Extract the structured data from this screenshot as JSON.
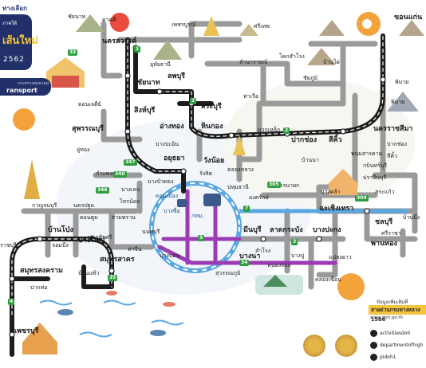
{
  "brand": {
    "top_text": "ทางเลือก",
    "sub_text": "ภาคใต้",
    "main_text": "เส้นใหม่",
    "year_text": "2562",
    "bar_small": "กระทรวงคมนาคม",
    "bar_text": "ransport"
  },
  "places": {
    "bangkok_core": "กทม.",
    "ayutthaya": "อยุธยา",
    "pathum": "ปทุมธานี",
    "nonthaburi": "นนทบุรี",
    "samut_sakhon": "สมุทรสาคร",
    "samut_songkhram": "สมุทรสงคราม",
    "ratchaburi": "ราชบุรี",
    "phetchaburi": "เพชรบุรี",
    "nakhon_pathom": "นครปฐม",
    "suphanburi": "สุพรรณบุรี",
    "angthong": "อ่างทอง",
    "singburi": "สิงห์บุรี",
    "chainat": "ชัยนาท",
    "nakhon_sawan": "นครสวรรค์",
    "uthai_thani": "อุทัยธานี",
    "lopburi": "ลพบุรี",
    "saraburi": "สระบุรี",
    "phetchabun": "เพชรบูรณ์",
    "nakhon_ratchasima": "นครราชสีมา",
    "khon_kaen": "ขอนแก่น",
    "chachoengsao": "ฉะเชิงเทรา",
    "chonburi": "ชลบุรี",
    "prachinburi": "ปราจีนบุรี",
    "sa_kaeo": "สระแก้ว",
    "nakhon_nayok": "นครนายก",
    "bang_pa_in": "บางปะอิน",
    "wang_noi": "วังน้อย",
    "hin_kong": "หินกอง",
    "rangsit": "รังสิต",
    "min_buri": "มีนบุรี",
    "lat_krabang": "ลาดกระบัง",
    "bang_pakong": "บางปะกง",
    "phanthong": "พานทอง",
    "bang_na": "บางนา",
    "bang_yai": "บางใหญ่",
    "ban_pong": "บ้านโป่ง",
    "ban_phaeo": "บ้านแพ้ว",
    "kanchanaburi": "กาญจนบุรี",
    "pak_tho": "ปากท่อ",
    "muak_lek": "มวกเหล็ก",
    "pak_chong": "ปากช่อง",
    "sikhio": "สีคิ้ว",
    "ban_phai": "บ้านไผ่",
    "phimai": "พิมาย",
    "chaiyaphum": "ชัยภูมิ",
    "takli": "ตาคลี",
    "khok_samrong": "โคกสำโรง",
    "lam_narai": "ลำนารายณ์",
    "srisaket": "ศรีเทพ",
    "tha_ruea": "ท่าเรือ",
    "bangpu": "บางปู",
    "samrong": "สำโรง",
    "bang_bon": "บางบอน",
    "tha_chin": "ท่าจีน",
    "kamphaeng_saen": "กำแพงแสน",
    "don_tum": "ดอนตูม",
    "chom_bueng": "จอมบึง",
    "sam_phran": "สามพราน",
    "bang_len": "บางเลน",
    "nakhon_chai_si": "นครชัยศรี",
    "u_thong": "อู่ทอง",
    "don_chedi": "ดอนเจดีย์",
    "bang_bua_thong": "บางบัวทอง",
    "sai_noi": "ไทรน้อย",
    "khlong_luang": "คลองหลวง",
    "ongkharak": "องครักษ์",
    "ban_na": "บ้านนา",
    "kabin_buri": "กบินทร์บุรี",
    "phanom_sarakham": "พนมสารคาม",
    "si_racha": "ศรีราชา",
    "bang_khla": "บางคล้า",
    "plaeng_yao": "แปลงยาว",
    "ban_bueng": "บ้านบึง",
    "khlong_khuean": "คลองเขื่อน",
    "nong_chok": "หนองจอก",
    "suvarnabhumi": "สุวรรณภูมิ",
    "don_mueang": "ดอนเมือง",
    "bang_sue": "บางซื่อ"
  },
  "routes": {
    "r1": "1",
    "r2": "2",
    "r3": "3",
    "r4": "4",
    "r7": "7",
    "r9": "9",
    "r32": "32",
    "r34": "34",
    "r35": "35",
    "r304": "304",
    "r305": "305",
    "r340": "340",
    "r346": "346",
    "r347": "347"
  },
  "legend": {
    "title": "ข้อมูลเพิ่มเติมที่",
    "head": "สายด่วนกรมทางหลวง 1586",
    "url": "www.doh.go.th",
    "social1": "activitiesdoh",
    "social2": "departmentofhigh",
    "social3": "pidoh1"
  },
  "colors": {
    "main_line": "#1c1c1c",
    "secondary_line": "#9a9a9a",
    "ring_line": "#5aa7e0",
    "purple_line": "#9b3cb5",
    "green_badge": "#2f9e3e",
    "brand_navy": "#22306a",
    "brand_gold": "#f4c53d"
  }
}
